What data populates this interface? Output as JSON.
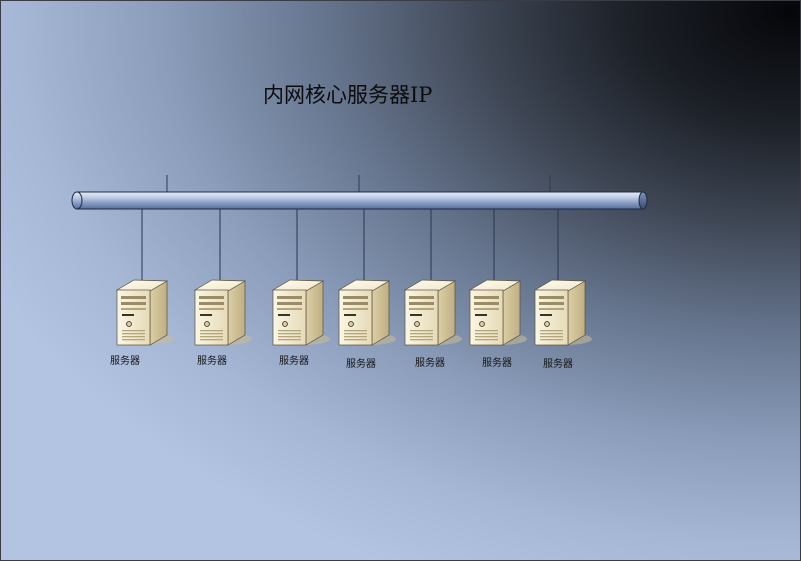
{
  "diagram": {
    "title": "内网核心服务器IP",
    "servers": [
      {
        "label": "服务器"
      },
      {
        "label": "服务器"
      },
      {
        "label": "服务器"
      },
      {
        "label": "服务器"
      },
      {
        "label": "服务器"
      },
      {
        "label": "服务器"
      },
      {
        "label": "服务器"
      }
    ]
  }
}
